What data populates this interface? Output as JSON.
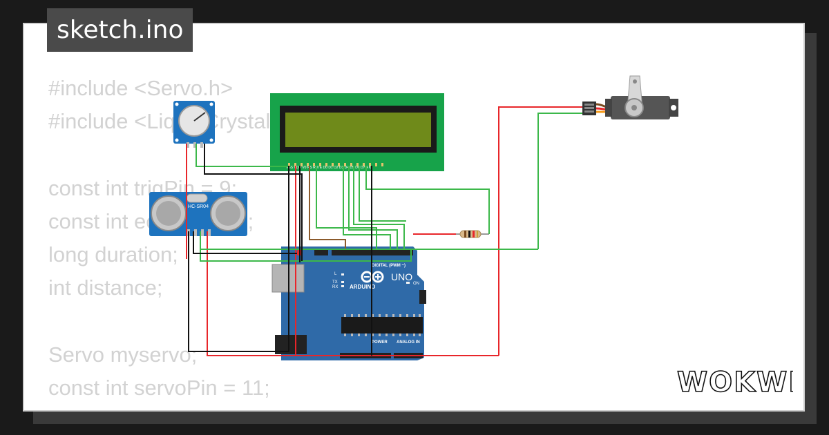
{
  "title": "sketch.ino",
  "code_lines": [
    "#include <Servo.h>",
    "#include <LiquidCrystal.h>",
    "",
    "const int trigPin = 9;",
    "const int echoPin = 7;",
    "long duration;",
    "int distance;",
    "",
    "Servo myservo;",
    "const int servoPin = 11;"
  ],
  "logo_text": "WOKWI",
  "components": {
    "sensor_label": "HC-SR04",
    "arduino_brand": "ARDUINO",
    "arduino_model": "UNO",
    "digital_label": "DIGITAL (PWM ~)",
    "power_label": "POWER",
    "analog_label": "ANALOG IN",
    "on_label": "ON",
    "l_label": "L",
    "tx_label": "TX",
    "rx_label": "RX",
    "lcd_pins": "VSS VDD V0 RS RW E D0 D1 D2 D3 D4 D5 D6 D7 A K"
  },
  "colors": {
    "wire_red": "#e8262a",
    "wire_green": "#3cb84a",
    "wire_black": "#111111",
    "wire_brown": "#8b5a2b",
    "arduino_blue": "#2f6aa8",
    "lcd_green": "#17a34a",
    "lcd_screen": "#6f8a1a"
  }
}
